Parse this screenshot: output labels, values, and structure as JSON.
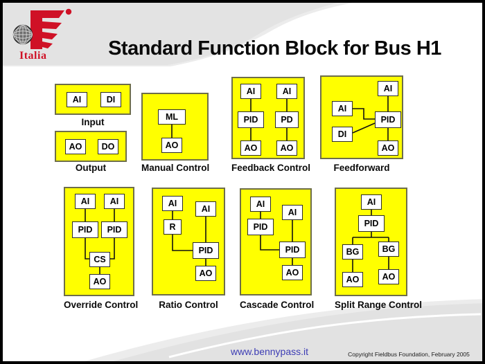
{
  "title": "Standard Function Block for Bus H1",
  "logo": {
    "region": "Italia"
  },
  "footer": {
    "website": "www.bennypass.it",
    "copyright": "Copyright Fieldbus Foundation, February 2005"
  },
  "colors": {
    "panel_yellow": "#ffff00",
    "logo_red": "#cf1126",
    "link_blue": "#3c3cb4",
    "swoosh_gray": "#e5e5e5"
  },
  "blocks": {
    "input": {
      "label": "Input",
      "nodes": {
        "ai": "AI",
        "di": "DI"
      }
    },
    "output": {
      "label": "Output",
      "nodes": {
        "ao": "AO",
        "do": "DO"
      }
    },
    "manual": {
      "label": "Manual Control",
      "nodes": {
        "ml": "ML",
        "ao": "AO"
      }
    },
    "feedback": {
      "label": "Feedback Control",
      "nodes": {
        "ai1": "AI",
        "ai2": "AI",
        "pid": "PID",
        "pd": "PD",
        "ao1": "AO",
        "ao2": "AO"
      }
    },
    "feedforward": {
      "label": "Feedforward",
      "nodes": {
        "ai_top": "AI",
        "ai_left": "AI",
        "di": "DI",
        "pid": "PID",
        "ao": "AO"
      }
    },
    "override": {
      "label": "Override Control",
      "nodes": {
        "ai1": "AI",
        "ai2": "AI",
        "pid1": "PID",
        "pid2": "PID",
        "cs": "CS",
        "ao": "AO"
      }
    },
    "ratio": {
      "label": "Ratio Control",
      "nodes": {
        "ai1": "AI",
        "r": "R",
        "ai2": "AI",
        "pid": "PID",
        "ao": "AO"
      }
    },
    "cascade": {
      "label": "Cascade Control",
      "nodes": {
        "ai1": "AI",
        "pid1": "PID",
        "ai2": "AI",
        "pid2": "PID",
        "ao": "AO"
      }
    },
    "split": {
      "label": "Split Range Control",
      "nodes": {
        "ai": "AI",
        "pid": "PID",
        "bg1": "BG",
        "bg2": "BG",
        "ao1": "AO",
        "ao2": "AO"
      }
    }
  }
}
